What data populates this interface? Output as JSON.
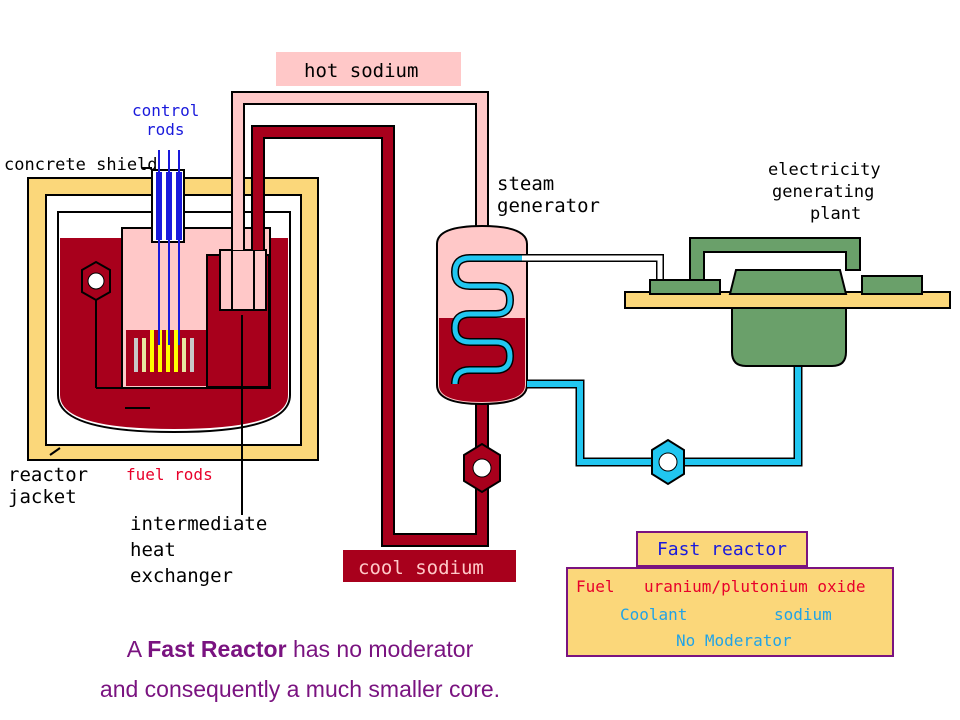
{
  "labels": {
    "hot_sodium": "hot sodium",
    "control_rods_line1": "control",
    "control_rods_line2": "rods",
    "concrete_shield": "concrete shield",
    "steam_generator_line1": "steam",
    "steam_generator_line2": "generator",
    "electricity_line1": "electricity",
    "electricity_line2": "generating",
    "electricity_line3": "plant",
    "reactor_jacket_line1": "reactor",
    "reactor_jacket_line2": "jacket",
    "fuel_rods": "fuel rods",
    "ihx_line1": "intermediate",
    "ihx_line2": "heat",
    "ihx_line3": "exchanger",
    "cool_sodium": "cool sodium"
  },
  "info_box": {
    "title": "Fast reactor",
    "fuel_label": "Fuel",
    "fuel_value": "uranium/plutonium oxide",
    "coolant_label": "Coolant",
    "coolant_value": "sodium",
    "moderator": "No  Moderator"
  },
  "caption": {
    "line1_prefix": "A ",
    "line1_bold": "Fast Reactor",
    "line1_suffix": " has no moderator",
    "line2": "and consequently a much smaller core."
  },
  "colors": {
    "sodium_dark": "#a8001c",
    "sodium_hot": "#ffc8c8",
    "water": "#21c6f0",
    "plant_green": "#6aa06a",
    "shield_yellow": "#fbd77a",
    "caption_purple": "#7a1380"
  }
}
